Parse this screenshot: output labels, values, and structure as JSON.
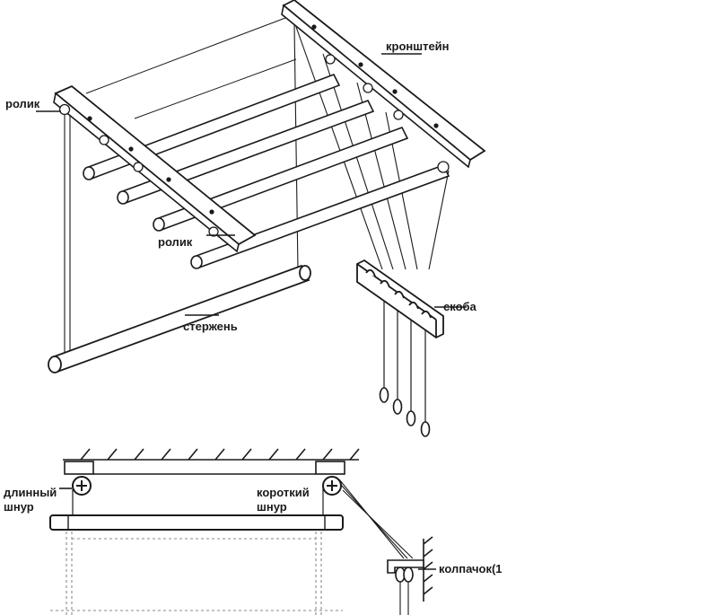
{
  "labels": {
    "bracket": "кронштейн",
    "roller_top": "ролик",
    "roller_mid": "ролик",
    "rod": "стержень",
    "hook_plate": "скоба",
    "long_cord_line1": "длинный",
    "long_cord_line2": "шнур",
    "short_cord_line1": "короткий",
    "short_cord_line2": "шнур",
    "cap": "колпачок(1"
  },
  "colors": {
    "ink": "#1a1a1a",
    "paper": "#ffffff",
    "dash": "#888888"
  },
  "icons": {
    "pulley": "pulley-plus-icon"
  }
}
